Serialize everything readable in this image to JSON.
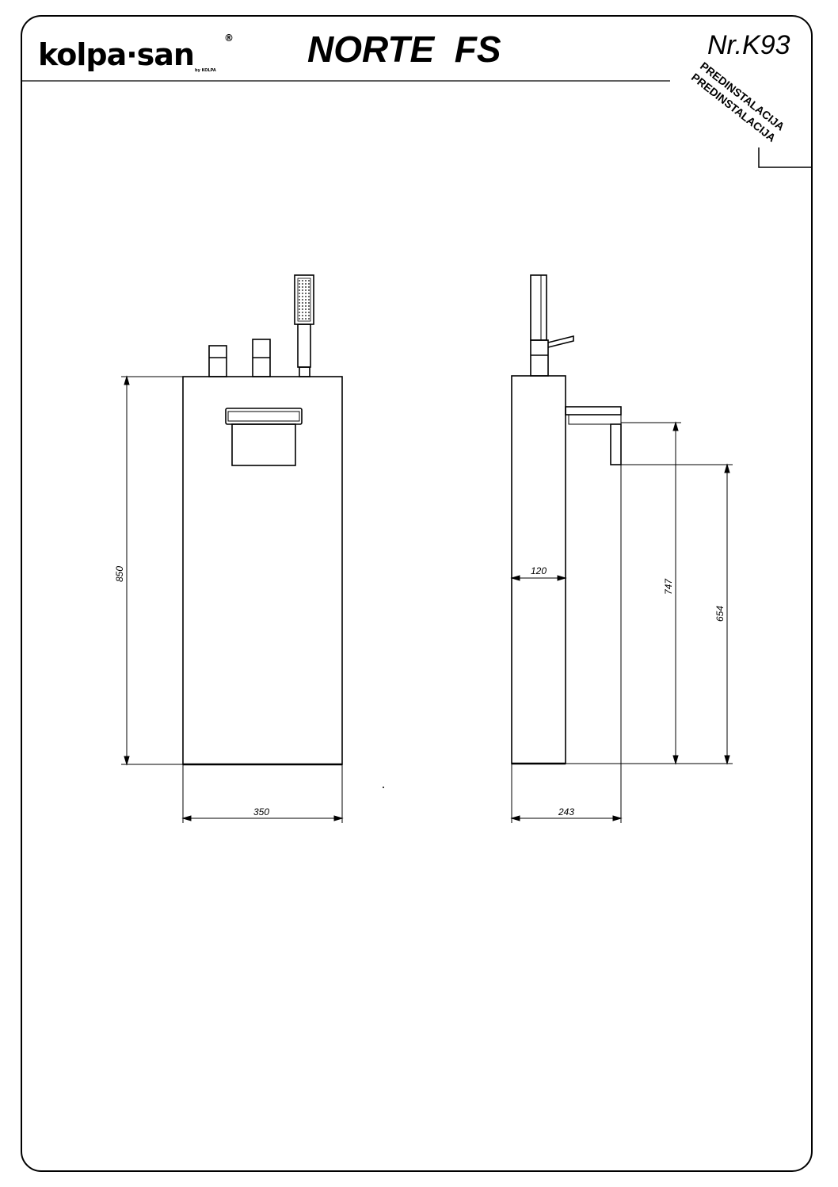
{
  "header": {
    "brand": "kolpa·san",
    "brand_registered": "®",
    "brand_sub": "by KOLPA",
    "title": "NORTE  FS",
    "code": "Nr.K93"
  },
  "stamp": {
    "line1": "PREDINSTALACIJA",
    "line2": "PREDINSTALACIJA"
  },
  "dimensions": {
    "front_height": "850",
    "front_width": "350",
    "side_depth": "120",
    "side_width": "243",
    "spout_height_top": "747",
    "spout_height_bottom": "654"
  }
}
